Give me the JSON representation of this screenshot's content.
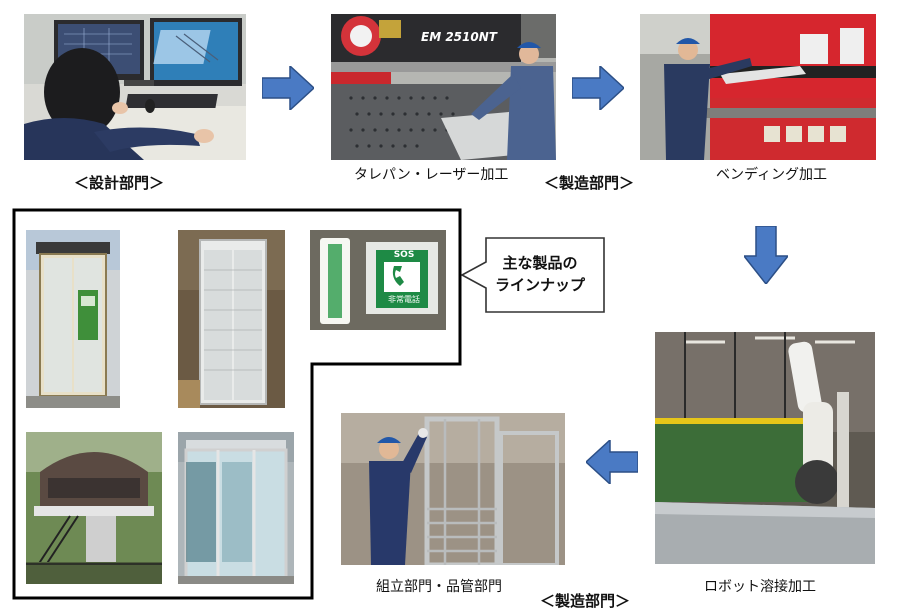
{
  "departments": {
    "design": "＜設計部門＞",
    "manufacturing_top": "＜製造部門＞",
    "manufacturing_bottom": "＜製造部門＞"
  },
  "steps": {
    "turret_laser": "タレパン・レーザー加工",
    "bending": "ベンディング加工",
    "robot_welding": "ロボット溶接加工",
    "assembly_qc": "組立部門・品管部門"
  },
  "callout": {
    "line1": "主な製品の",
    "line2": "ラインナップ"
  },
  "machine_label": "EM 2510NT",
  "sign": {
    "sos": "SOS",
    "emergency_phone": "非常電話"
  },
  "colors": {
    "arrow_fill": "#4a7ac4",
    "arrow_stroke": "#2c4f86",
    "frame": "#000000"
  }
}
